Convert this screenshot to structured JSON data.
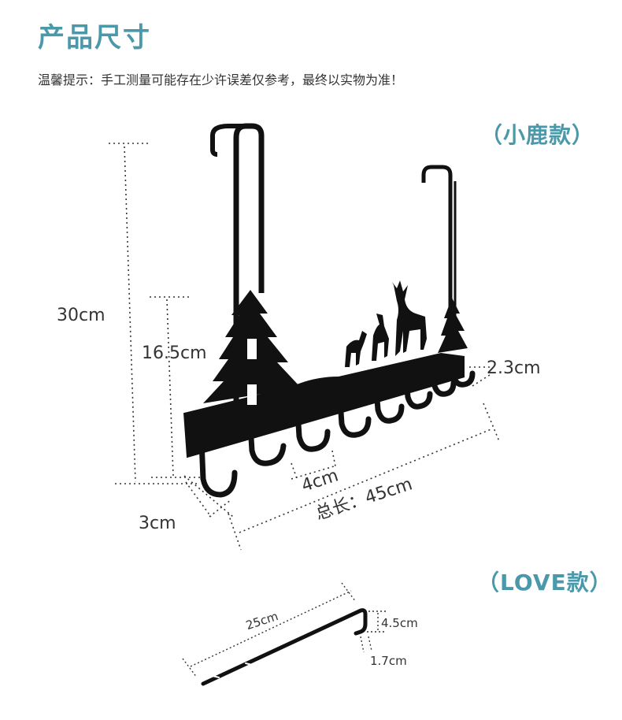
{
  "header": {
    "title": "产品尺寸",
    "tip": "温馨提示：手工测量可能存在少许误差仅参考，最终以实物为准！"
  },
  "variants": {
    "deer": "（小鹿款）",
    "love": "（LOVE款）"
  },
  "deer_dimensions": {
    "height": "30cm",
    "plate_height": "16.5cm",
    "hook_gap": "2.3cm",
    "hook_depth": "3cm",
    "hook_spacing": "4cm",
    "total_length": "总长：45cm"
  },
  "love_dimensions": {
    "length": "25cm",
    "hook_height": "4.5cm",
    "hook_width": "1.7cm"
  },
  "colors": {
    "accent": "#4a98a9",
    "product": "#111111"
  }
}
